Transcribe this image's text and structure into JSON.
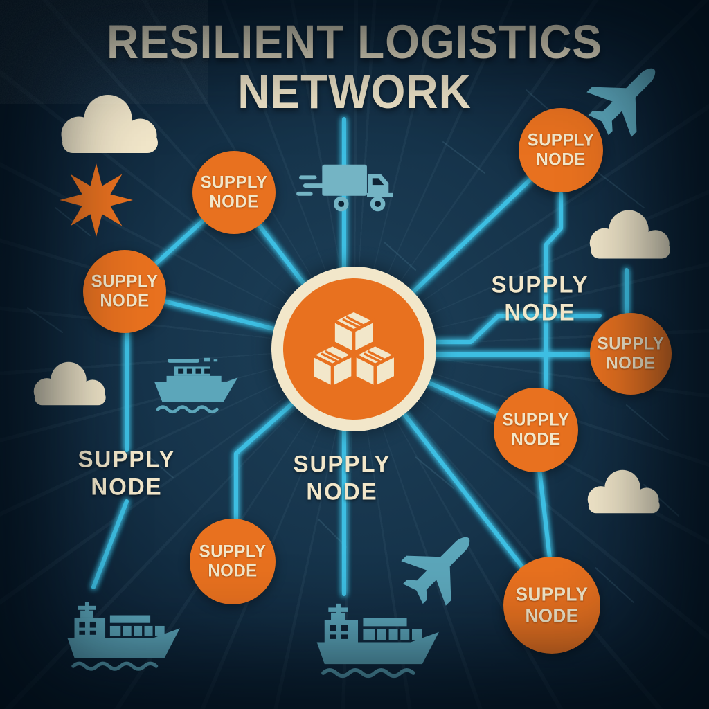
{
  "title": {
    "line1": "RESILIENT LOGISTICS",
    "line2": "NETWORK"
  },
  "hub": {
    "icon": "boxes-icon"
  },
  "supply_nodes": [
    {
      "line1": "SUPPLY",
      "line2": "NODE"
    },
    {
      "line1": "SUPPLY",
      "line2": "NODE"
    },
    {
      "line1": "SUPPLY",
      "line2": "NODE"
    },
    {
      "line1": "SUPPLY",
      "line2": "NODE"
    },
    {
      "line1": "SUPPLY",
      "line2": "NODE"
    },
    {
      "line1": "SUPPLY",
      "line2": "NODE"
    },
    {
      "line1": "SUPPLY",
      "line2": "NODE"
    }
  ],
  "text_labels": [
    {
      "line1": "SUPPLY",
      "line2": "NODE"
    },
    {
      "line1": "SUPPLY",
      "line2": "NODE"
    },
    {
      "line1": "SUPPLY",
      "line2": "NODE"
    }
  ],
  "icons": {
    "boxes-icon": "three isometric stacked shipping boxes",
    "truck-icon": "delivery truck with speed lines",
    "airplane-icon": "jet airplane",
    "ferry-ship-icon": "ferry boat on waves",
    "cargo-ship-icon": "container cargo ship on waves",
    "cloud-icon": "cloud",
    "starburst-icon": "eight point starburst"
  },
  "colors": {
    "background": "#12293C",
    "orange": "#E8711F",
    "cream": "#F2E7CA",
    "line": "#3CBEE2",
    "teal": "#5CA6BA"
  }
}
